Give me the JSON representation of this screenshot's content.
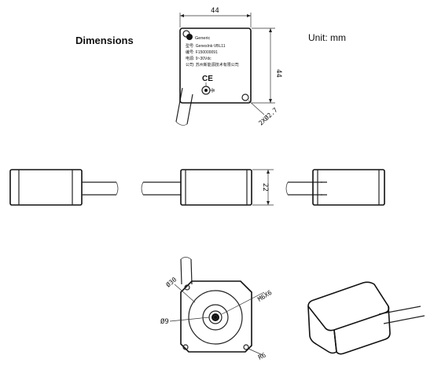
{
  "header": {
    "title": "Dimensions",
    "unit": "Unit: mm"
  },
  "label_plate": {
    "brand": "Generic",
    "lines": [
      "型号: GenesInk-VBL11",
      "编号: F150000091",
      "电源: 9~30Vdc",
      "公司: 苏州新能源技术有限公司"
    ],
    "ce_mark": "CE"
  },
  "dimensions": {
    "width": "44",
    "height": "44",
    "holes": "2XØ2.7",
    "thickness": "22",
    "dia_outer": "Ø30",
    "dia_inner": "Ø9",
    "thread": "M6X6",
    "radius": "R6"
  },
  "icons": {
    "brand_logo": "brand-logo-icon",
    "ce": "ce-mark-icon",
    "ground": "ground-symbol-icon"
  }
}
